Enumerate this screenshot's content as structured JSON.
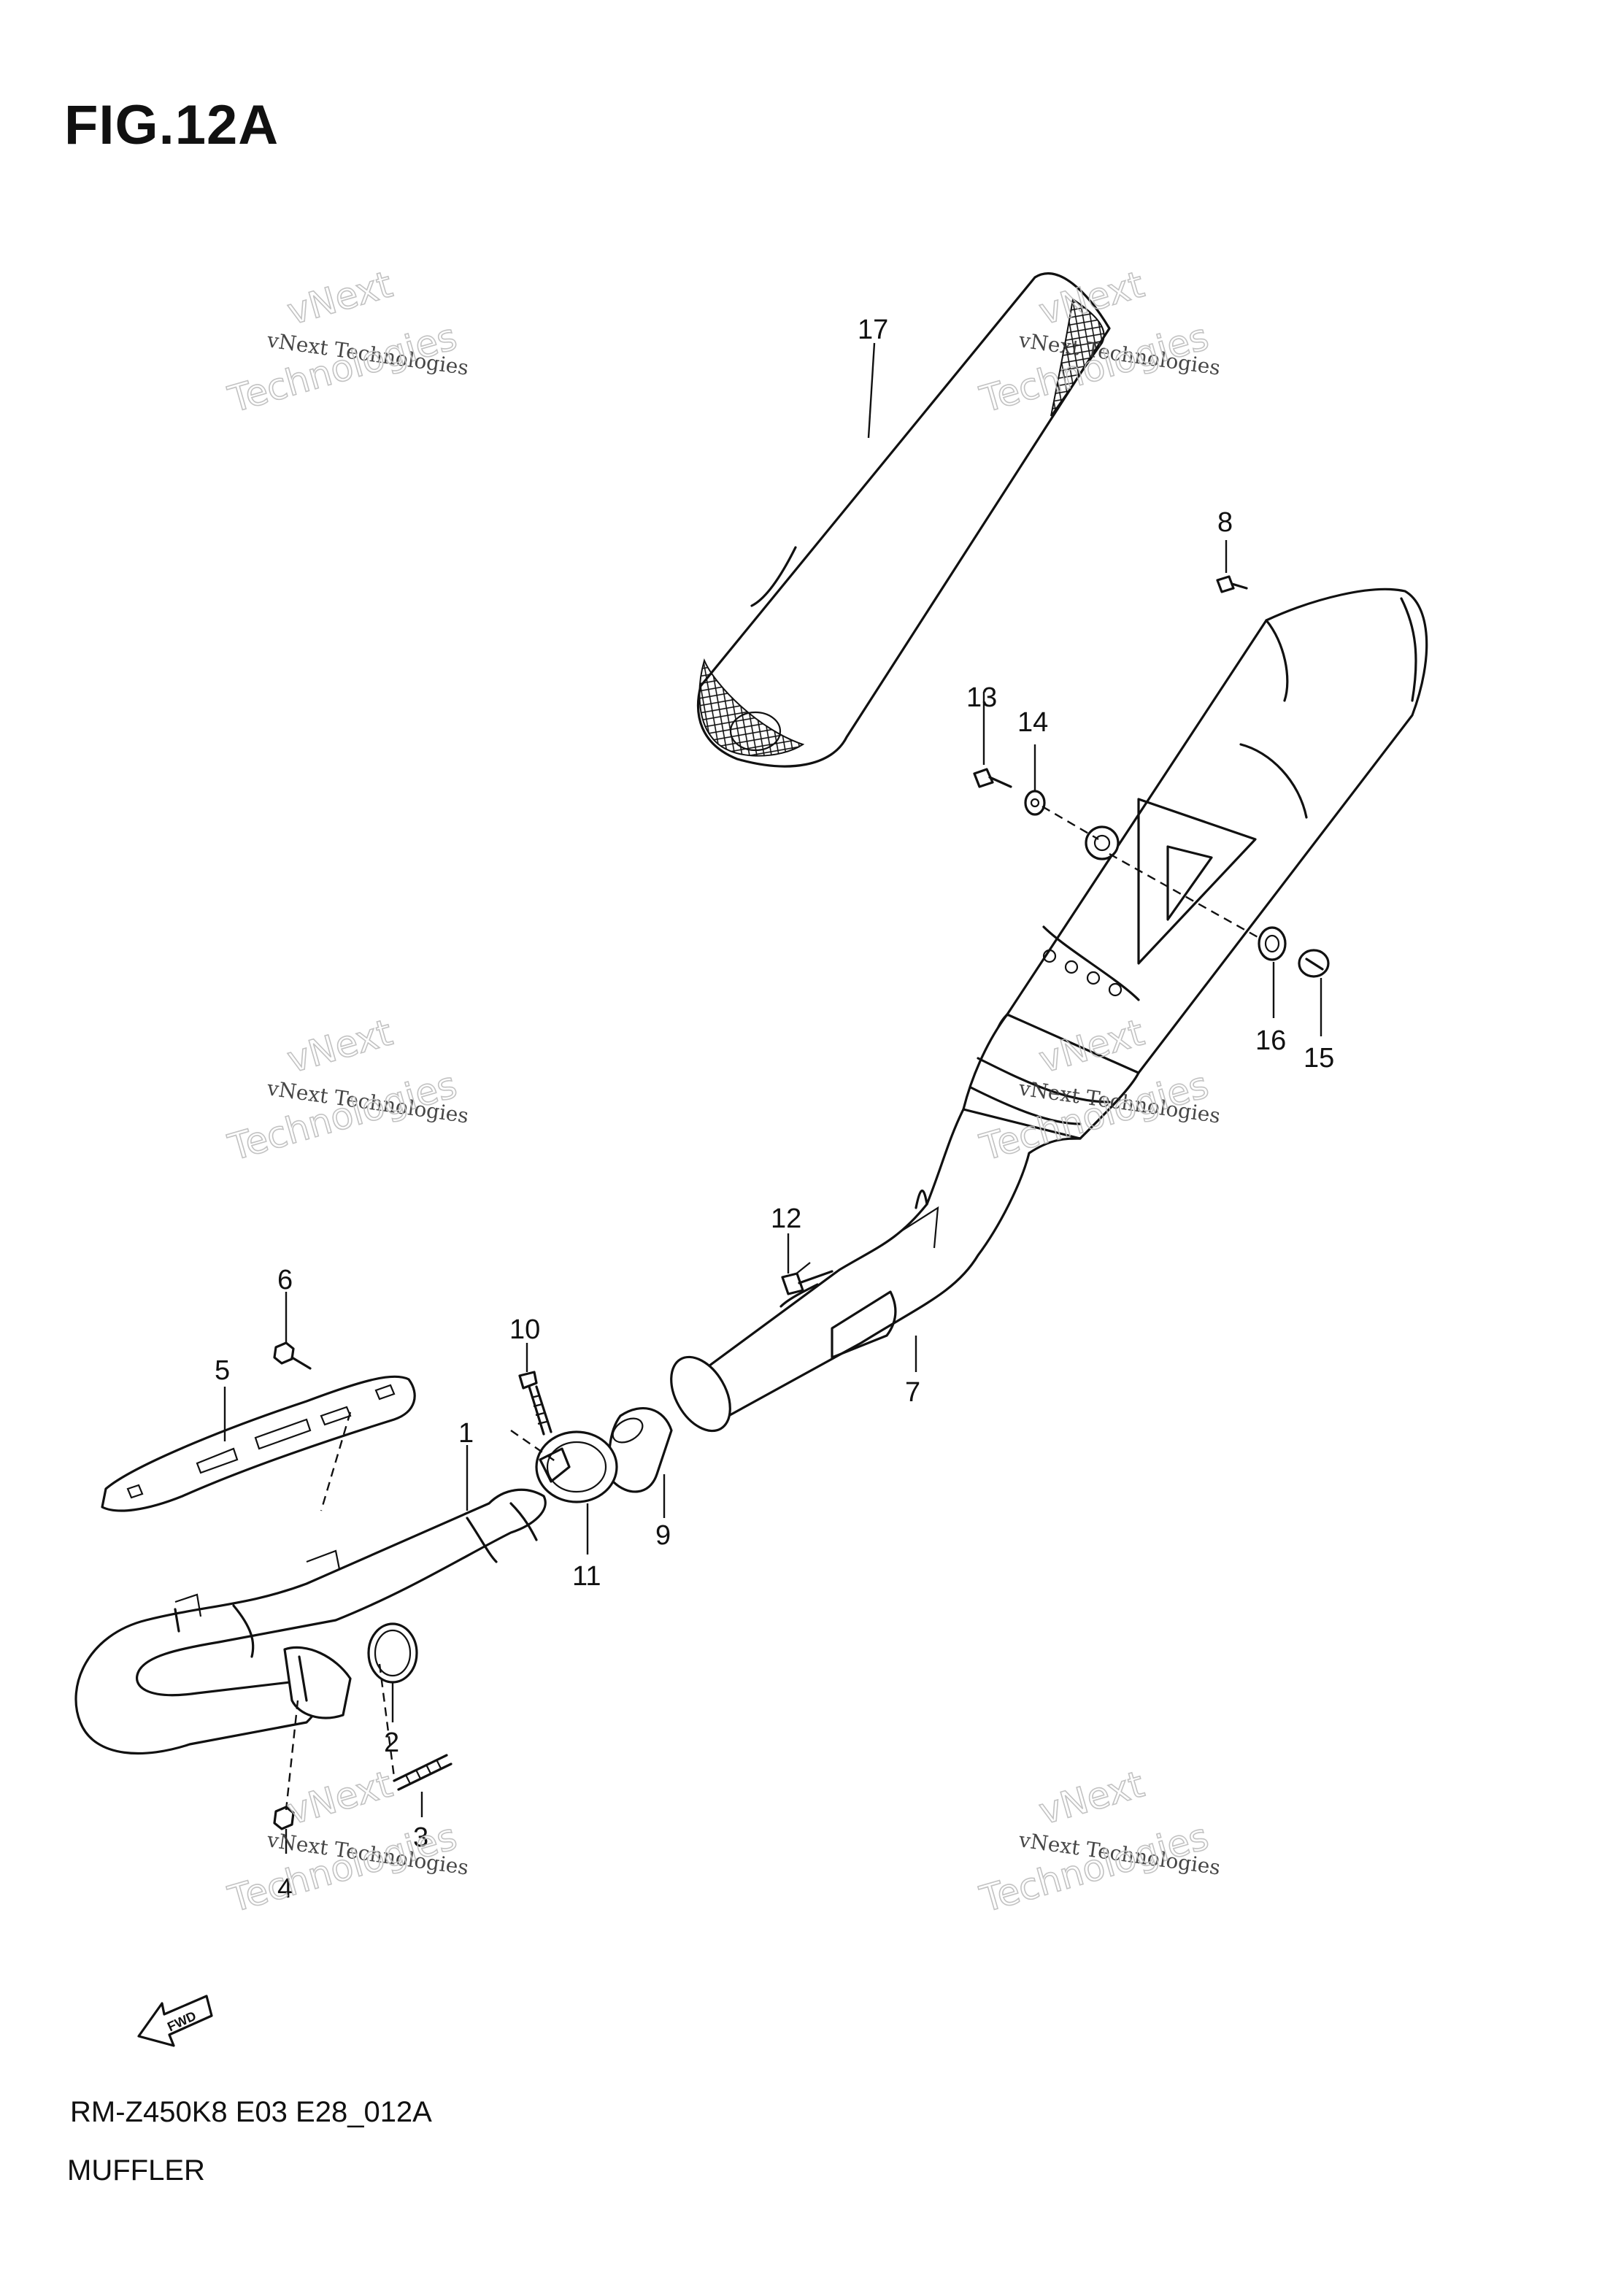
{
  "figure": {
    "title": "FIG.12A",
    "model_code": "RM-Z450K8 E03 E28_012A",
    "section_name": "MUFFLER"
  },
  "callouts": [
    "1",
    "2",
    "3",
    "4",
    "5",
    "6",
    "7",
    "8",
    "9",
    "10",
    "11",
    "12",
    "13",
    "14",
    "15",
    "16",
    "17"
  ],
  "watermark": {
    "line1": "vNext",
    "line2": "vNext Technologies",
    "line3": "Technologies"
  },
  "fwd_label": "FWD",
  "colors": {
    "ink": "#111111",
    "watermark": "#bcbcbc",
    "background": "#ffffff"
  }
}
